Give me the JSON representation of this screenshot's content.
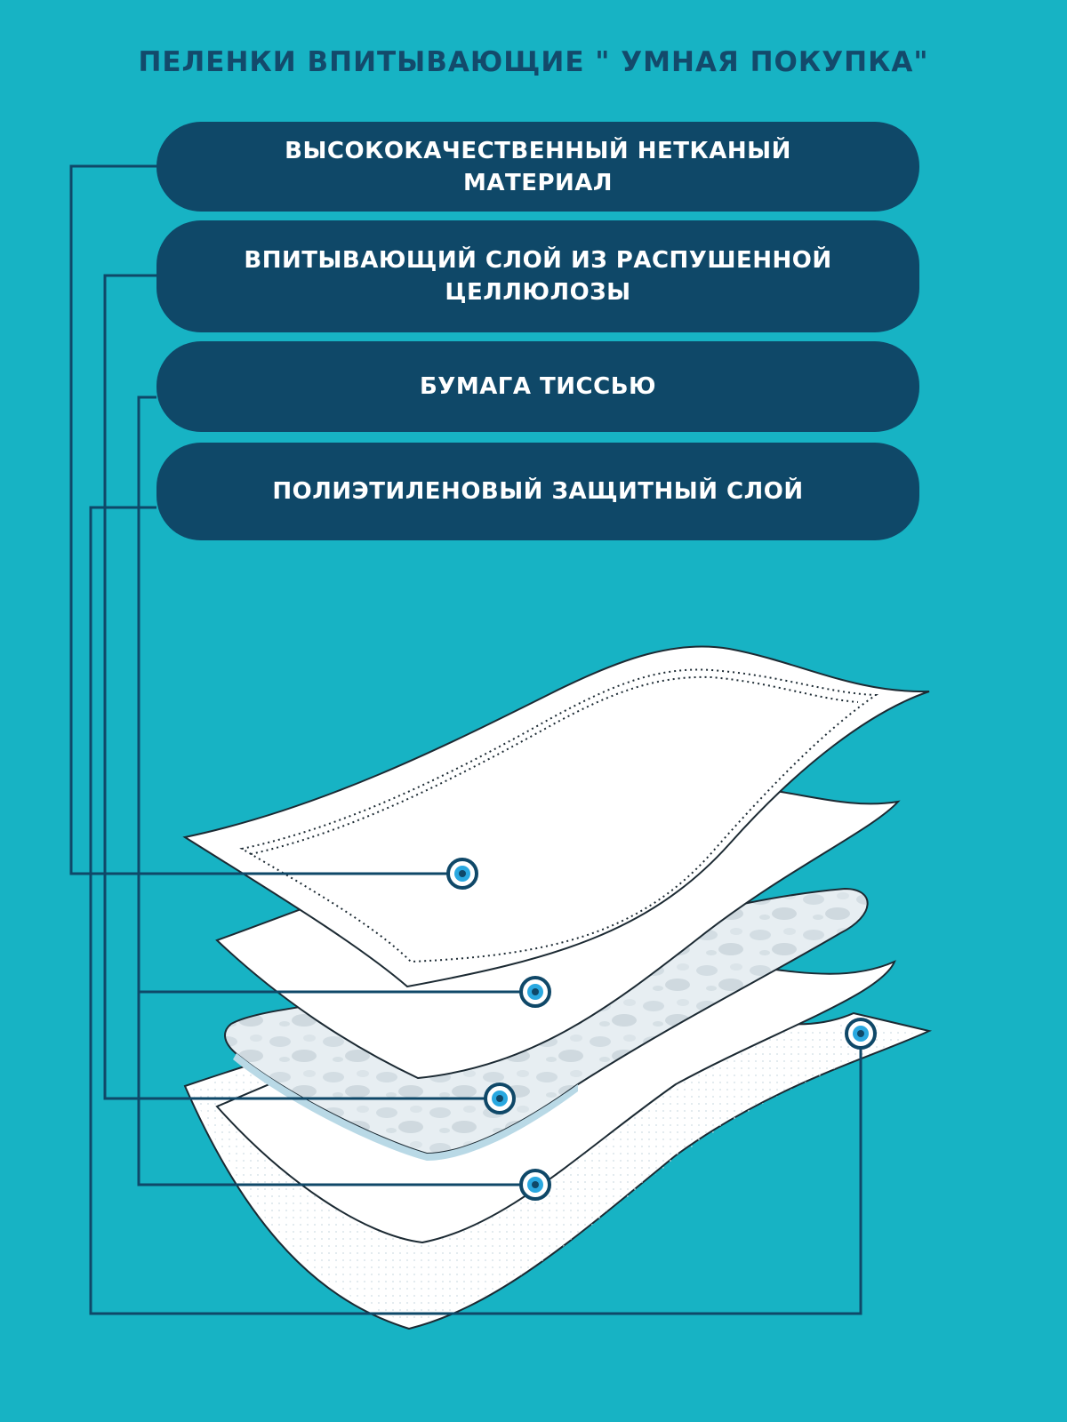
{
  "title": "ПЕЛЕНКИ ВПИТЫВАЮЩИЕ \" УМНАЯ ПОКУПКА\"",
  "layers": [
    {
      "label": "ВЫСОКОКАЧЕСТВЕННЫЙ НЕТКАНЫЙ МАТЕРИАЛ"
    },
    {
      "label": "ВПИТЫВАЮЩИЙ СЛОЙ ИЗ РАСПУШЕННОЙ ЦЕЛЛЮЛОЗЫ"
    },
    {
      "label": "БУМАГА ТИССЬЮ"
    },
    {
      "label": "ПОЛИЭТИЛЕНОВЫЙ ЗАЩИТНЫЙ СЛОЙ"
    }
  ],
  "colors": {
    "background": "#17b3c4",
    "pill": "#0f4868",
    "title": "#134a6b",
    "pill_text": "#ffffff",
    "connector": "#0f4868",
    "marker": "#29a8e0"
  }
}
